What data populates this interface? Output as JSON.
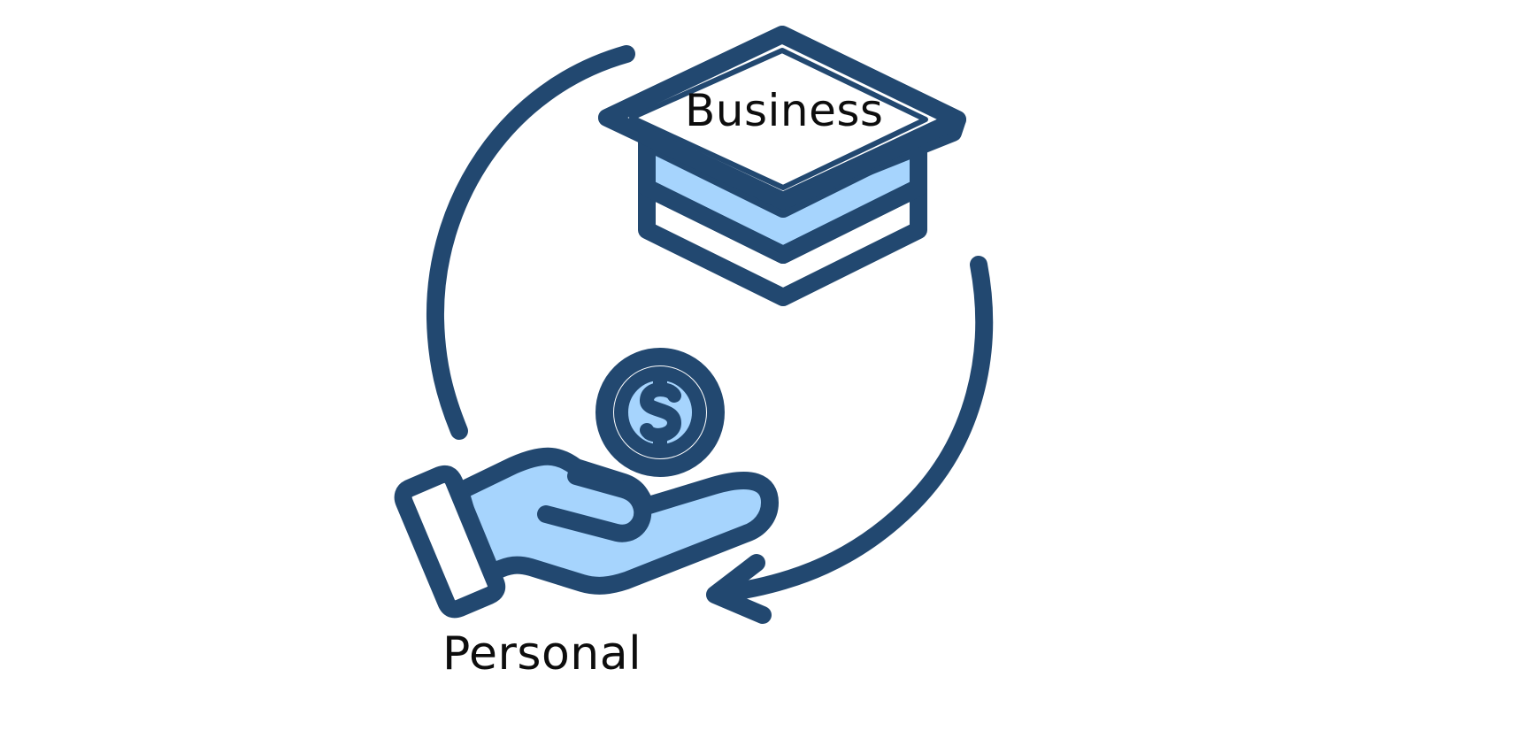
{
  "diagram": {
    "nodes": {
      "business": {
        "label": "Business",
        "icon": "graduation-cap-icon"
      },
      "personal": {
        "label": "Personal",
        "icon": "hand-holding-dollar-icon"
      }
    },
    "arrows": [
      {
        "name": "personal-to-business-arc",
        "direction": "counter-clockwise"
      },
      {
        "name": "business-to-personal-arrow",
        "direction": "clockwise"
      }
    ],
    "colors": {
      "stroke": "#224870",
      "fill": "#a6d4fd",
      "background": "#ffffff",
      "text": "#0d0d0d"
    }
  }
}
